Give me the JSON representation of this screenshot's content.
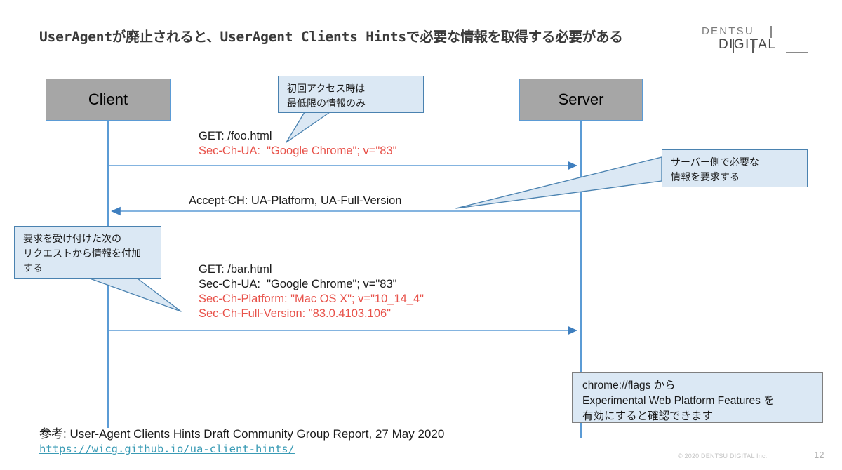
{
  "slide": {
    "title": "UserAgentが廃止されると、UserAgent Clients Hintsで必要な情報を取得する必要がある",
    "page_number": "12",
    "copyright": "© 2020 DENTSU DIGITAL Inc."
  },
  "logo": {
    "line1": "DENTSU",
    "line2": "DIGITAL"
  },
  "diagram": {
    "actors": [
      {
        "id": "client",
        "label": "Client"
      },
      {
        "id": "server",
        "label": "Server"
      }
    ],
    "messages": [
      {
        "id": "msg-1",
        "direction": "client-to-server",
        "lines": [
          {
            "text": "GET: /foo.html",
            "color": "#1a1a1a"
          },
          {
            "text": "Sec-Ch-UA:  \"Google Chrome\"; v=\"83\"",
            "color": "#e8524a"
          }
        ]
      },
      {
        "id": "msg-2",
        "direction": "server-to-client",
        "lines": [
          {
            "text": "Accept-CH: UA-Platform, UA-Full-Version",
            "color": "#1a1a1a"
          }
        ]
      },
      {
        "id": "msg-3",
        "direction": "client-to-server",
        "lines": [
          {
            "text": "GET: /bar.html",
            "color": "#1a1a1a"
          },
          {
            "text": "Sec-Ch-UA:  \"Google Chrome\"; v=\"83\"",
            "color": "#1a1a1a"
          },
          {
            "text": "Sec-Ch-Platform: \"Mac OS X\"; v=\"10_14_4\"",
            "color": "#e8524a"
          },
          {
            "text": "Sec-Ch-Full-Version: \"83.0.4103.106\"",
            "color": "#e8524a"
          }
        ]
      }
    ],
    "callouts": [
      {
        "id": "first-access",
        "text": "初回アクセス時は\n最低限の情報のみ"
      },
      {
        "id": "server-side",
        "text": "サーバー側で必要な\n情報を要求する"
      },
      {
        "id": "next-request",
        "text": "要求を受け付けた次の\nリクエストから情報を付加\nする"
      },
      {
        "id": "chrome-flags",
        "text": "chrome://flags から\nExperimental Web Platform Features を\n有効にすると確認できます"
      }
    ]
  },
  "footnote": {
    "text": "参考: User-Agent Clients Hints Draft Community Group Report, 27 May 2020",
    "url": "https://wicg.github.io/ua-client-hints/"
  },
  "colors": {
    "accent_blue": "#5b9bd5",
    "callout_fill": "#dbe8f4",
    "callout_border": "#4a82b0",
    "actor_fill": "#a6a6a6",
    "highlight_red": "#e8524a",
    "link_teal": "#3a9bb5"
  }
}
